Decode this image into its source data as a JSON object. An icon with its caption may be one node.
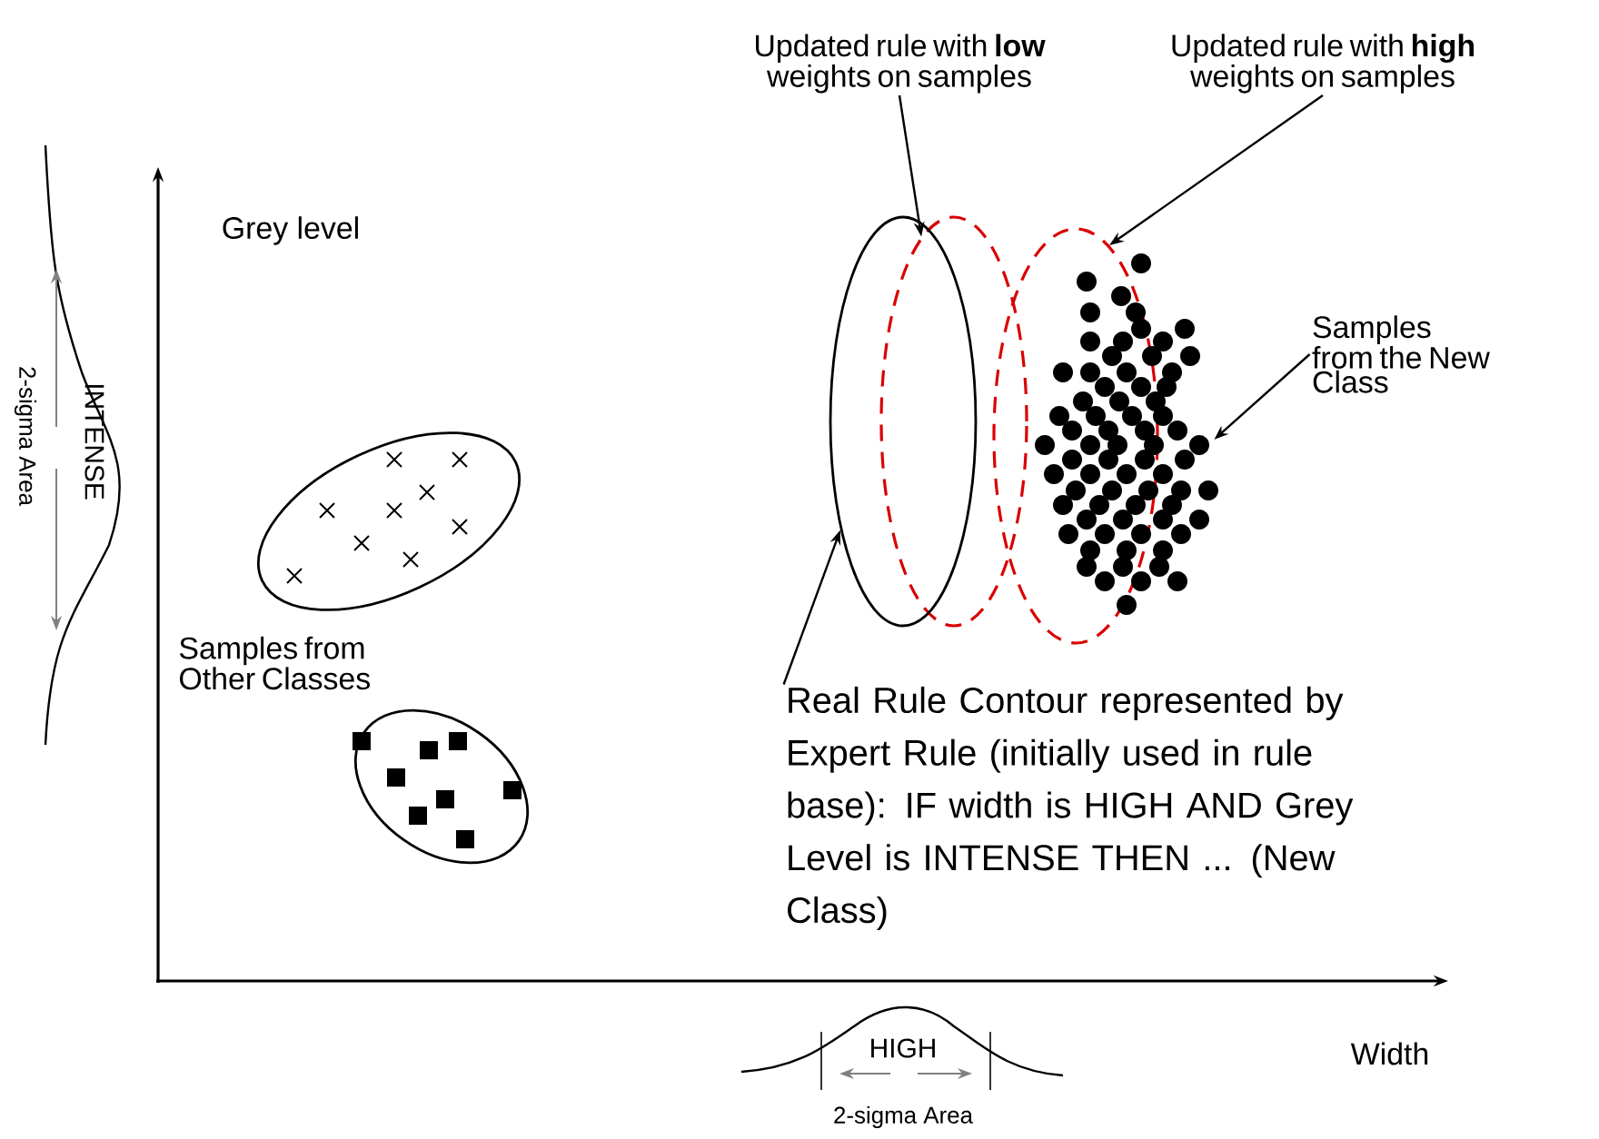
{
  "diagram": {
    "nodes": [
      {
        "text": [
          "Updated rule with **low** weights on samples"
        ]
      },
      {
        "text": [
          "Updated rule with **high** weights on samples"
        ]
      },
      {
        "text": [
          "Samples from the New Class"
        ]
      },
      {
        "text": [
          "Real Rule Contour represented by Expert Rule (initially used in rule base): IF width is HIGH AND Grey Level is INTENSE THEN  ... (New Class)"
        ]
      },
      {
        "text": [],
        "shape": "ellipse"
      },
      {
        "text": [],
        "shape": "ellipse"
      },
      {
        "text": [],
        "shape": "ellipse"
      },
      {
        "text": [],
        "shape": "dots"
      }
    ],
    "edges": [
      {
        "from": 0,
        "to": 4,
        "arrow": "to"
      },
      {
        "from": 1,
        "to": 5,
        "arrow": "to"
      },
      {
        "from": 2,
        "to": 7,
        "arrow": "to"
      },
      {
        "from": 3,
        "to": 6,
        "arrow": "to"
      }
    ],
    "labels": [
      "Grey level",
      "Width",
      "Samples from Other Classes",
      "2-sigma Area",
      "INTENSE",
      "HIGH",
      "2-sigma Area"
    ]
  }
}
